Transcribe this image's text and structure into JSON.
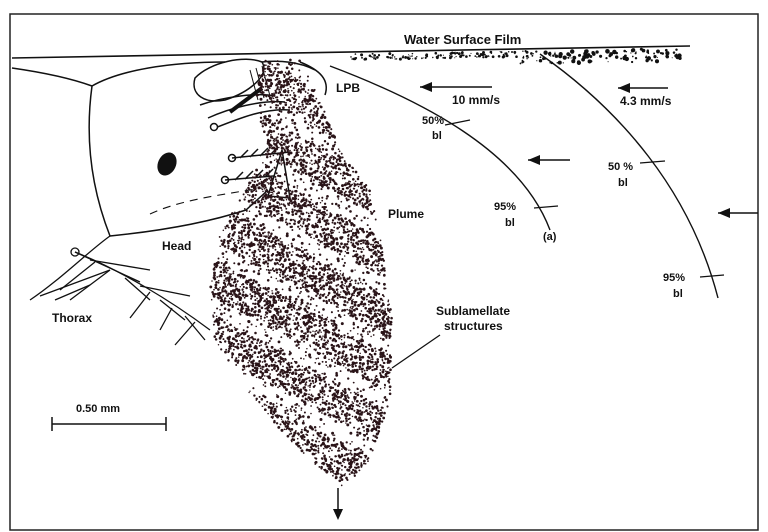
{
  "labels": {
    "water_surface": "Water Surface Film",
    "lpb": "LPB",
    "speed_inner": "10 mm/s",
    "speed_outer": "4.3 mm/s",
    "bl50_inner_pct": "50%",
    "bl50_inner_unit": "bl",
    "bl95_inner_pct": "95%",
    "bl95_inner_unit": "bl",
    "panel": "(a)",
    "bl50_outer_pct": "50 %",
    "bl50_outer_unit": "bl",
    "bl95_outer_pct": "95%",
    "bl95_outer_unit": "bl",
    "plume": "Plume",
    "head": "Head",
    "thorax": "Thorax",
    "sublamellate_1": "Sublamellate",
    "sublamellate_2": "structures",
    "scale": "0.50 mm"
  },
  "colors": {
    "ink": "#111111",
    "paper": "#ffffff",
    "plume": "#2a1418"
  }
}
